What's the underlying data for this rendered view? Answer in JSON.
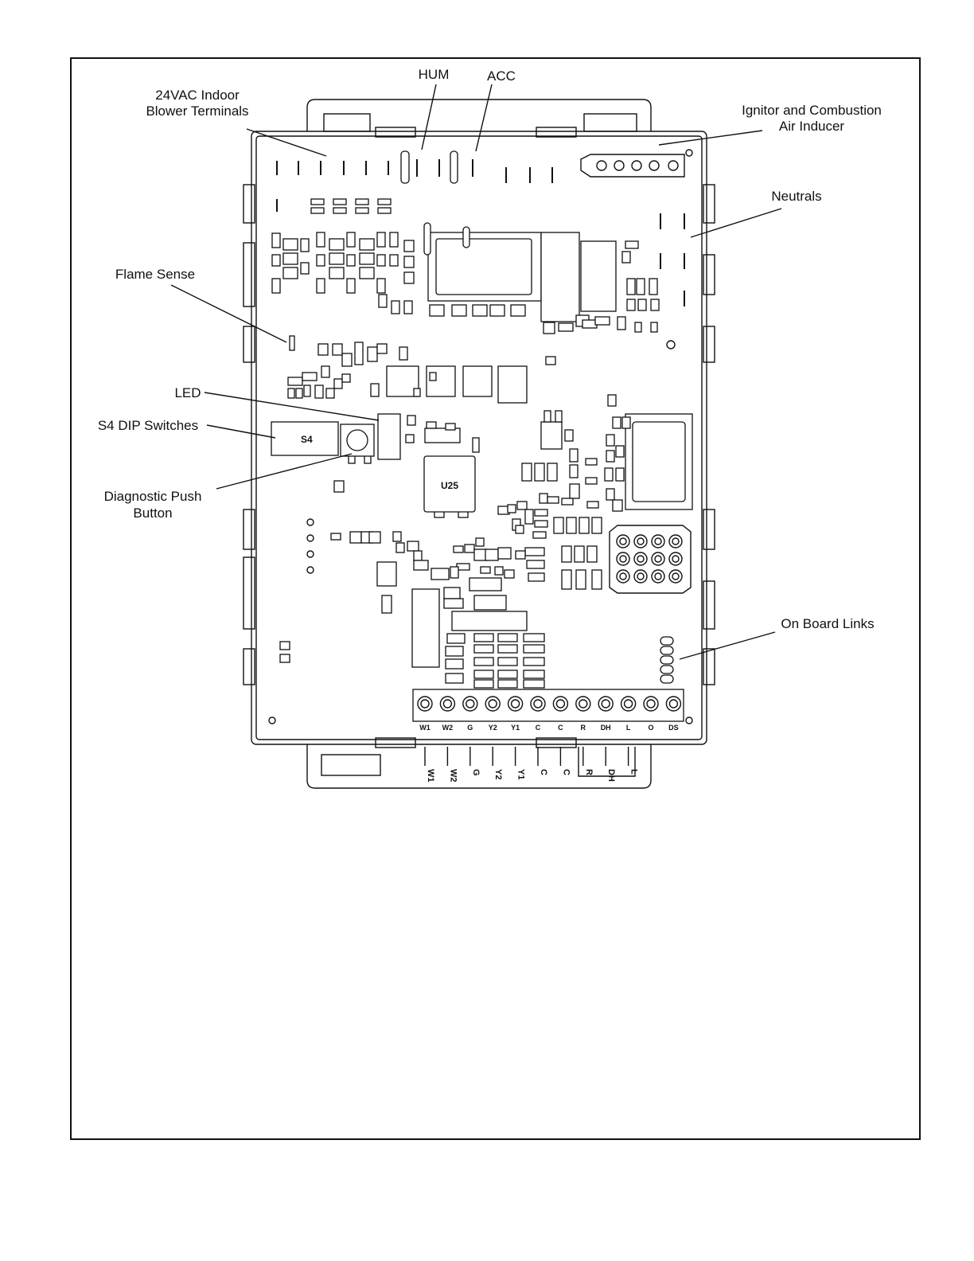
{
  "callouts": {
    "blower_terminals": [
      "24VAC Indoor",
      "Blower Terminals"
    ],
    "hum": "HUM",
    "acc": "ACC",
    "ignitor": [
      "Ignitor and Combustion",
      "Air Inducer"
    ],
    "neutrals": "Neutrals",
    "flame_sense": "Flame Sense",
    "led": "LED",
    "dip_switches": "S4 DIP Switches",
    "push_button": [
      "Diagnostic Push",
      "Button"
    ],
    "on_board_links": "On Board Links"
  },
  "board": {
    "dip_label": "S4",
    "chip_label": "U25",
    "terminals": [
      "W1",
      "W2",
      "G",
      "Y2",
      "Y1",
      "C",
      "C",
      "R",
      "DH",
      "L",
      "O",
      "DS"
    ],
    "wire_labels": [
      "W1",
      "W2",
      "G",
      "Y2",
      "Y1",
      "C",
      "C",
      "R",
      "DH",
      "L"
    ]
  }
}
